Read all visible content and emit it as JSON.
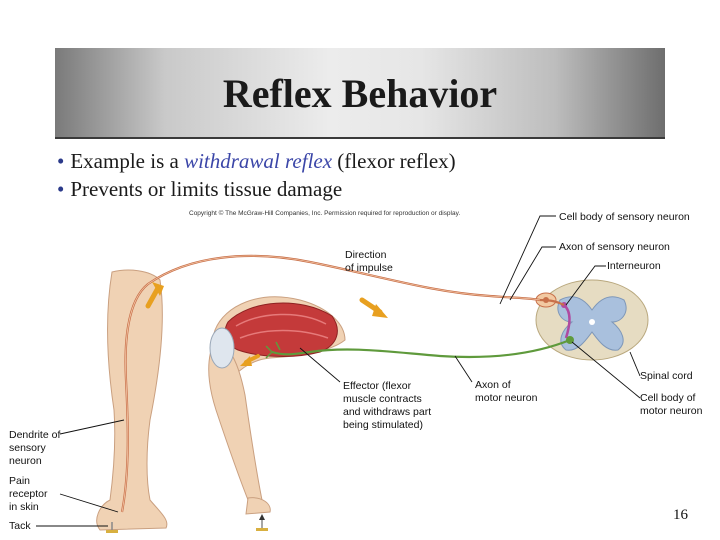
{
  "slide": {
    "title": "Reflex Behavior",
    "bullets": [
      {
        "prefix": "Example is a ",
        "emphasis": "withdrawal reflex",
        "suffix": " (flexor reflex)"
      },
      {
        "prefix": "Prevents or limits tissue damage",
        "emphasis": "",
        "suffix": ""
      }
    ],
    "copyright": "Copyright © The McGraw-Hill Companies, Inc. Permission required for reproduction or display.",
    "page_number": "16"
  },
  "diagram": {
    "labels": {
      "cell_body_sensory": "Cell body of sensory neuron",
      "axon_sensory": "Axon of sensory neuron",
      "interneuron": "Interneuron",
      "direction_1": "Direction",
      "direction_2": "of impulse",
      "spinal_cord": "Spinal cord",
      "effector_1": "Effector (flexor",
      "effector_2": "muscle contracts",
      "effector_3": "and withdraws part",
      "effector_4": "being stimulated)",
      "axon_motor_1": "Axon of",
      "axon_motor_2": "motor neuron",
      "cell_body_motor_1": "Cell body of",
      "cell_body_motor_2": "motor neuron",
      "dendrite_1": "Dendrite of",
      "dendrite_2": "sensory",
      "dendrite_3": "neuron",
      "pain_1": "Pain",
      "pain_2": "receptor",
      "pain_3": "in skin",
      "tack": "Tack"
    },
    "colors": {
      "sensory_neuron": "#c8704a",
      "motor_neuron": "#5f9a3c",
      "muscle": "#c43a3a",
      "skin": "#f0d2b4",
      "arrow": "#e8a020",
      "interneuron": "#b04aa0",
      "spinal_cord": "#a9c0dd"
    }
  }
}
